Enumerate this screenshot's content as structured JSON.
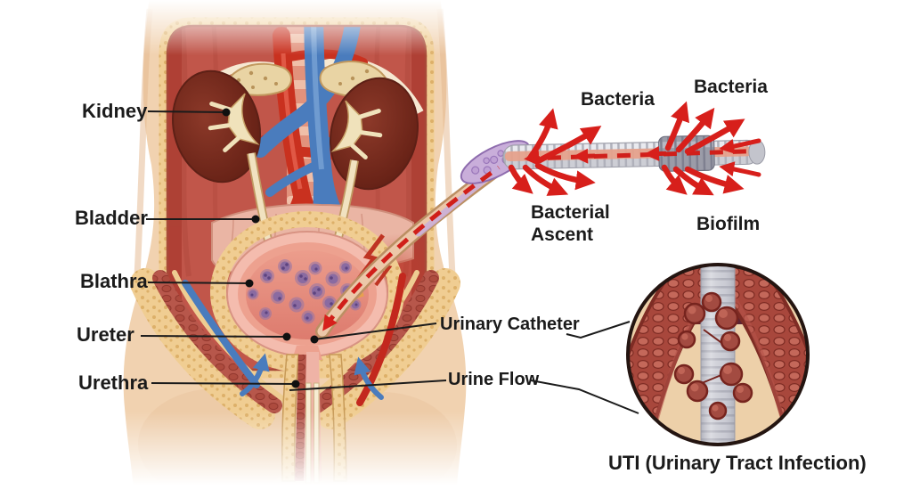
{
  "title": "Urinary catheter UTI medical illustration",
  "labels": {
    "kidney": "Kidney",
    "bladder": "Bladder",
    "blathra": "Blathra",
    "ureter": "Ureter",
    "urethra": "Urethra",
    "bacteria_top": "Bacteria",
    "bacteria_right": "Bacteria",
    "bacterial_ascent": "Bacterial Ascent",
    "biofilm": "Biofilm",
    "urinary_catheter": "Urinary Catheter",
    "urine_flow": "Urine Flow",
    "uti_caption": "UTI (Urinary Tract Infection)"
  },
  "colors": {
    "label_text": "#1b1b1b",
    "arrow_red": "#d71f1b",
    "catheter_gray": "#cdced6",
    "biofilm_gray": "#9596a2",
    "skin": "#f1d2b0",
    "muscle_red": "#c1564a",
    "kidney_maroon": "#722a1f",
    "bladder_pink": "#eca493",
    "bacteria_purple": "#8f74a6",
    "vein_blue": "#4a7cbd",
    "artery_red": "#c3281e",
    "fat_tan": "#eecd92",
    "inset_ring": "#241511"
  }
}
